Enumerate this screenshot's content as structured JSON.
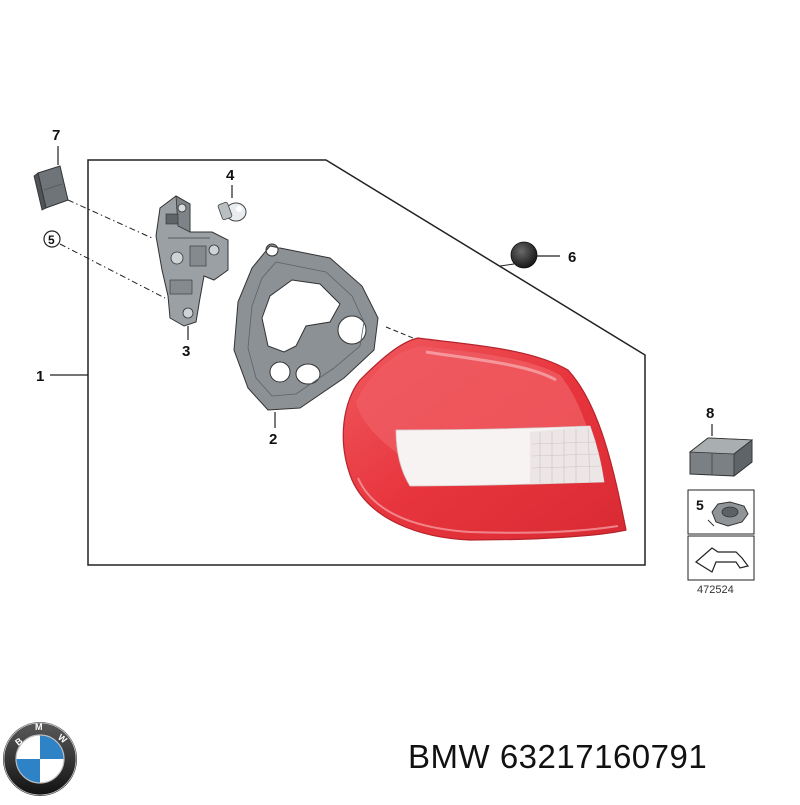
{
  "diagram": {
    "callouts": {
      "frame": "1",
      "gasket": "2",
      "bulb_holder": "3",
      "bulb": "4",
      "clip_circled": "5",
      "cap": "6",
      "connector": "7",
      "kit": "8",
      "nut": "5"
    },
    "drawing_number": "472524"
  },
  "footer": {
    "brand": "BMW",
    "part_number": "63217160791",
    "logo_letters": "BMW"
  },
  "colors": {
    "lens_red": "#e8353d",
    "lens_light": "#f6a0a4",
    "lens_white": "#f7f3f3",
    "gasket_gray": "#8c9196",
    "line": "#222222"
  }
}
